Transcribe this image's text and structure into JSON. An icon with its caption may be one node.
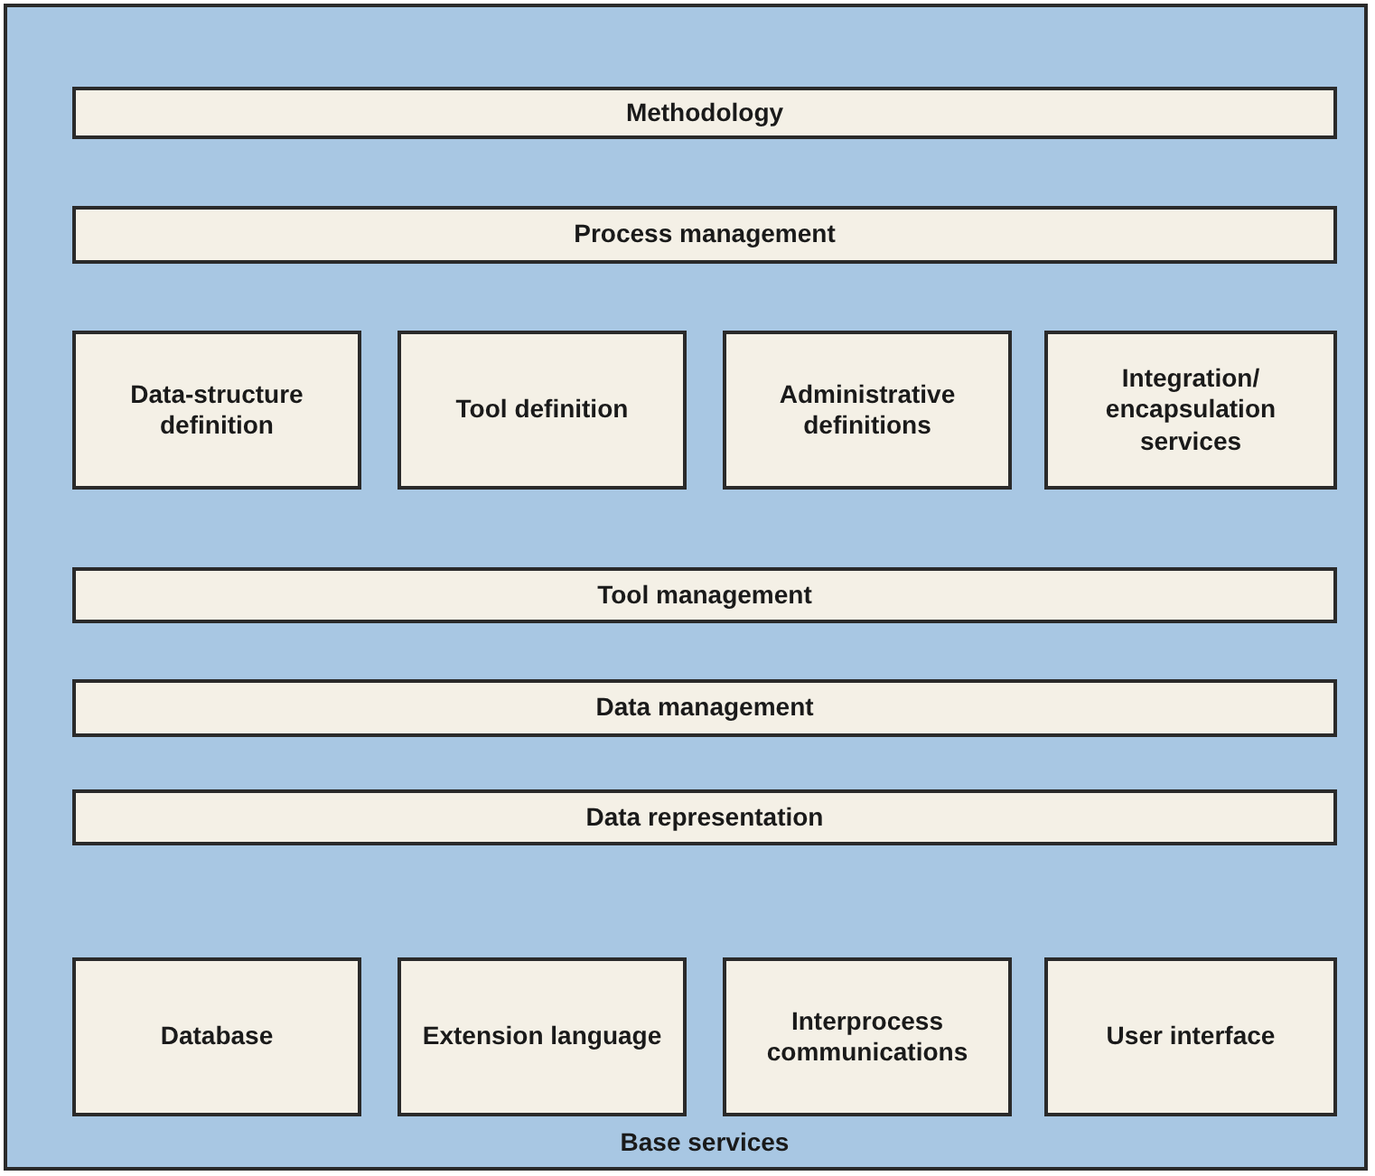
{
  "diagram": {
    "nodes": [
      {
        "text": [
          "Methodology"
        ]
      },
      {
        "text": [
          "Process management"
        ]
      },
      {
        "text": [
          "Data-structure definition"
        ]
      },
      {
        "text": [
          "Tool definition"
        ]
      },
      {
        "text": [
          "Administrative definitions"
        ]
      },
      {
        "text": [
          "Integration/ encapsulation services"
        ]
      },
      {
        "text": [
          "Tool management"
        ]
      },
      {
        "text": [
          "Data management"
        ]
      },
      {
        "text": [
          "Data representation"
        ]
      },
      {
        "text": [
          "Database"
        ]
      },
      {
        "text": [
          "Extension language"
        ]
      },
      {
        "text": [
          "Interprocess communications"
        ]
      },
      {
        "text": [
          "User interface"
        ]
      }
    ],
    "labels": [
      "Base services"
    ]
  }
}
